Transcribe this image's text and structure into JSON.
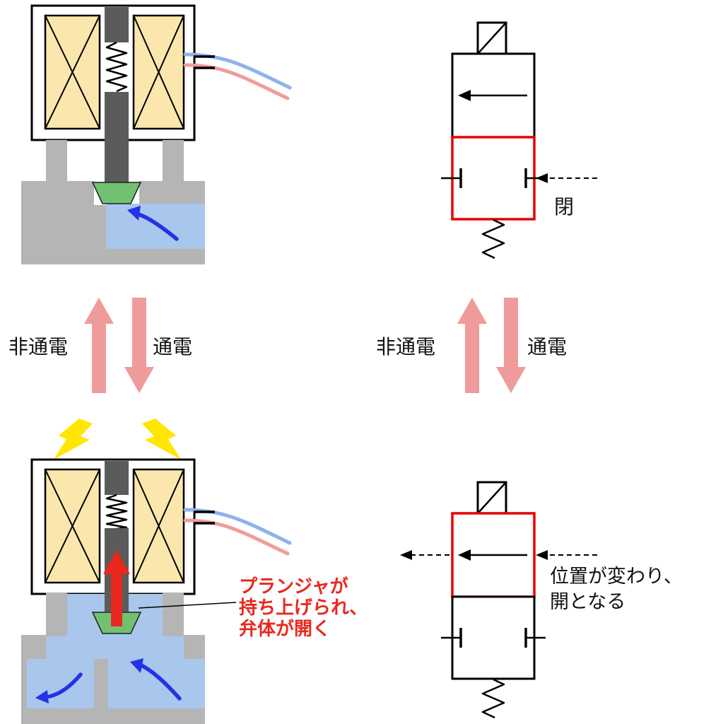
{
  "title": "solenoid valve operation diagram (cross-section and JIS symbol, de-energized vs energized)",
  "colors": {
    "coil": "#FBE7AD",
    "plunger": "#5B5B5B",
    "body": "#B5B5B5",
    "liquid": "#A9C6EC",
    "seat": "#72C172",
    "transition_arrow": "#F09B9B",
    "red_accent": "#E8281E",
    "symbol_red": "#E60000",
    "flow_arrow": "#2233E6",
    "lightning": "#FFE603",
    "wire_blue": "#8FB2EA",
    "wire_red": "#F29B9B"
  },
  "left": {
    "transition": {
      "deenergized": "非通電",
      "energized": "通電"
    },
    "annotation": {
      "line1": "プランジャが",
      "line2": "持ち上げられ、",
      "line3": "弁体が開く"
    }
  },
  "right": {
    "transition": {
      "deenergized": "非通電",
      "energized": "通電"
    },
    "closed_label": "閉",
    "open_note": {
      "line1": "位置が変わり、",
      "line2": "開となる"
    }
  }
}
